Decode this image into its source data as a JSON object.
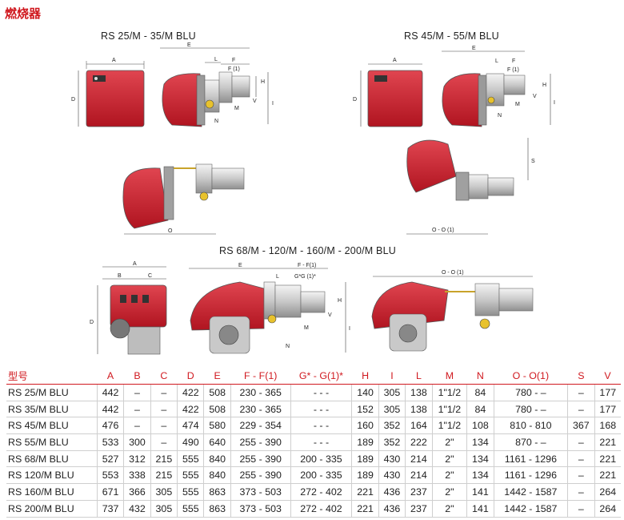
{
  "title": "燃烧器",
  "diagrams": {
    "group1": "RS 25/M - 35/M BLU",
    "group2": "RS 45/M - 55/M BLU",
    "group3": "RS 68/M - 120/M - 160/M - 200/M BLU",
    "dims": {
      "A": "A",
      "B": "B",
      "C": "C",
      "D": "D",
      "E": "E",
      "F": "F",
      "F1": "F (1)",
      "L": "L",
      "H": "H",
      "I": "I",
      "V": "V",
      "M": "M",
      "N": "N",
      "O": "O",
      "S": "S",
      "OO1": "O - O (1)",
      "FF1": "F - F(1)",
      "GG1": "G*G (1)*"
    }
  },
  "table": {
    "headers": [
      "型号",
      "A",
      "B",
      "C",
      "D",
      "E",
      "F - F(1)",
      "G* - G(1)*",
      "H",
      "I",
      "L",
      "M",
      "N",
      "O - O(1)",
      "S",
      "V"
    ],
    "rows": [
      [
        "RS 25/M BLU",
        "442",
        "–",
        "–",
        "422",
        "508",
        "230 - 365",
        "- - -",
        "140",
        "305",
        "138",
        "1\"1/2",
        "84",
        "780 - –",
        "–",
        "177"
      ],
      [
        "RS 35/M BLU",
        "442",
        "–",
        "–",
        "422",
        "508",
        "230 - 365",
        "- - -",
        "152",
        "305",
        "138",
        "1\"1/2",
        "84",
        "780 - –",
        "–",
        "177"
      ],
      [
        "RS 45/M BLU",
        "476",
        "–",
        "–",
        "474",
        "580",
        "229 - 354",
        "- - -",
        "160",
        "352",
        "164",
        "1\"1/2",
        "108",
        "810 - 810",
        "367",
        "168"
      ],
      [
        "RS 55/M BLU",
        "533",
        "300",
        "–",
        "490",
        "640",
        "255 - 390",
        "- - -",
        "189",
        "352",
        "222",
        "2\"",
        "134",
        "870 - –",
        "–",
        "221"
      ],
      [
        "RS 68/M BLU",
        "527",
        "312",
        "215",
        "555",
        "840",
        "255 - 390",
        "200 - 335",
        "189",
        "430",
        "214",
        "2\"",
        "134",
        "1161 - 1296",
        "–",
        "221"
      ],
      [
        "RS 120/M BLU",
        "553",
        "338",
        "215",
        "555",
        "840",
        "255 - 390",
        "200 - 335",
        "189",
        "430",
        "214",
        "2\"",
        "134",
        "1161 - 1296",
        "–",
        "221"
      ],
      [
        "RS 160/M BLU",
        "671",
        "366",
        "305",
        "555",
        "863",
        "373 - 503",
        "272 - 402",
        "221",
        "436",
        "237",
        "2\"",
        "141",
        "1442 - 1587",
        "–",
        "264"
      ],
      [
        "RS 200/M BLU",
        "737",
        "432",
        "305",
        "555",
        "863",
        "373 - 503",
        "272 - 402",
        "221",
        "436",
        "237",
        "2\"",
        "141",
        "1442 - 1587",
        "–",
        "264"
      ]
    ]
  }
}
